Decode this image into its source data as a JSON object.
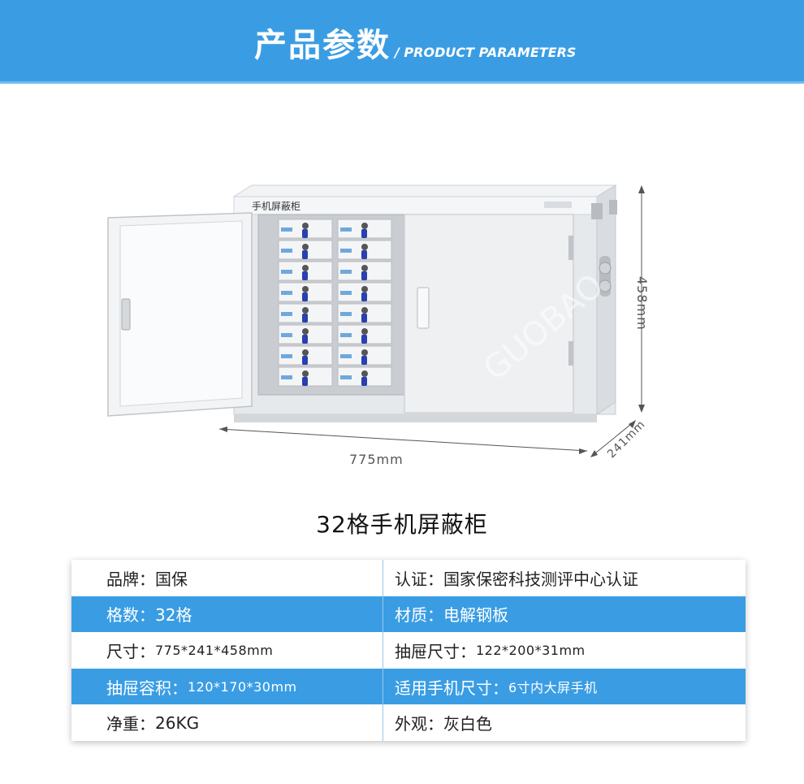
{
  "header": {
    "title": "产品参数",
    "subtitle": "/ PRODUCT PARAMETERS"
  },
  "illustration": {
    "cabinet_label": "手机屏蔽柜",
    "watermark": "GUOBAO"
  },
  "dimensions": {
    "width": "775mm",
    "height": "458mm",
    "depth": "241mm"
  },
  "product_title": "32格手机屏蔽柜",
  "specs": [
    {
      "left_label": "品牌：",
      "left_value": "国保",
      "right_label": "认证：",
      "right_value": "国家保密科技测评中心认证"
    },
    {
      "left_label": "格数：",
      "left_value": "32格",
      "right_label": "材质：",
      "right_value": "电解钢板"
    },
    {
      "left_label": "尺寸：",
      "left_value": "775*241*458mm",
      "right_label": "抽屉尺寸：",
      "right_value": "122*200*31mm"
    },
    {
      "left_label": "抽屉容积：",
      "left_value": "120*170*30mm",
      "right_label": "适用手机尺寸：",
      "right_value": "6寸内大屏手机"
    },
    {
      "left_label": "净重：",
      "left_value": "26KG",
      "right_label": "外观：",
      "right_value": "灰白色"
    }
  ],
  "colors": {
    "accent": "#3a9de4",
    "drawer_key": "#2a3fb0"
  }
}
